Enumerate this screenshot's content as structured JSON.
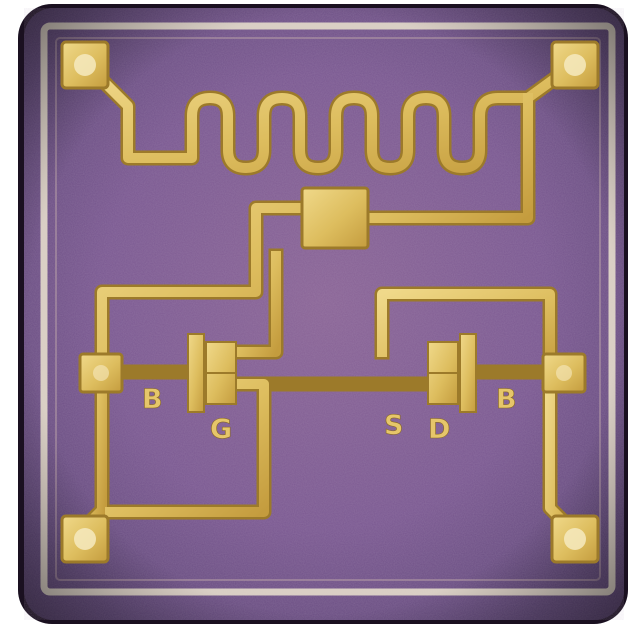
{
  "image": {
    "description_type": "die-photo",
    "labels": {
      "b_left": "B",
      "g": "G",
      "s": "S",
      "d": "D",
      "b_right": "B"
    },
    "colors": {
      "background": "#ffffff",
      "die_purple": "#7e5a8e",
      "die_edge": "#e8e2d4",
      "gold": "#e0c266",
      "gold_dark": "#9c7a2a",
      "gold_light": "#f3e3a1"
    }
  }
}
